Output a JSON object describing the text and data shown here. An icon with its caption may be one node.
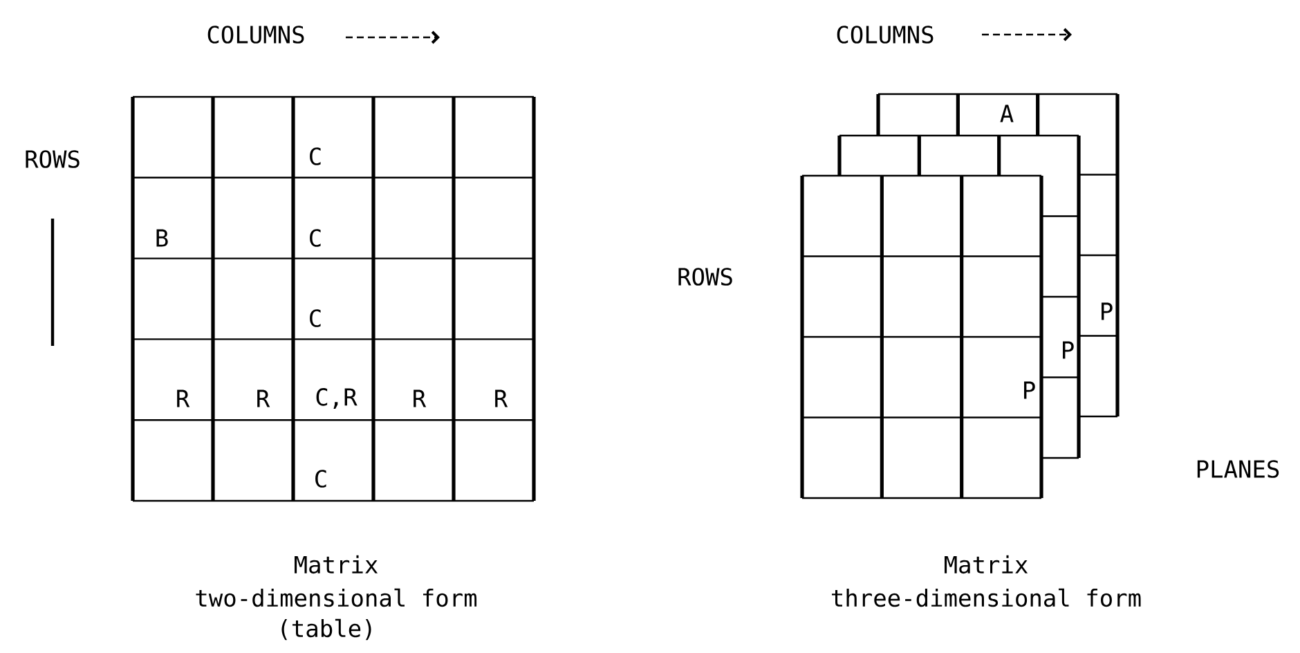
{
  "diagram": {
    "labels": [
      "COLUMNS",
      "ROWS",
      "C",
      "B",
      "C",
      "C",
      "R",
      "R",
      "C,R",
      "R",
      "R",
      "C",
      "Matrix",
      "two-dimensional form",
      "(table)",
      "COLUMNS",
      "A",
      "ROWS",
      "P",
      "P",
      "P",
      "PLANES",
      "Matrix",
      "three-dimensional form"
    ]
  }
}
